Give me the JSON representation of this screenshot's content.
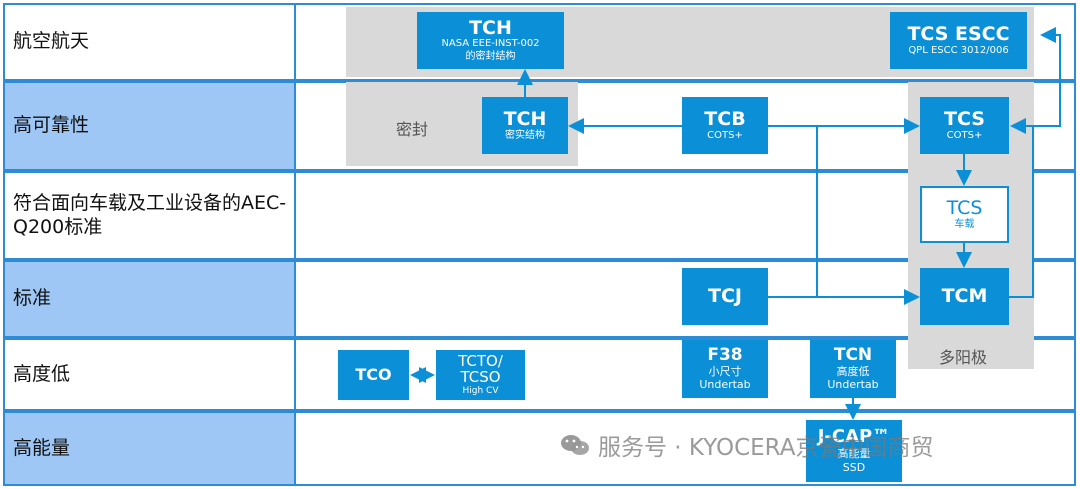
{
  "rows": [
    {
      "label": "航空航天"
    },
    {
      "label": "高可靠性"
    },
    {
      "label": "符合面向车载及工业设备的AEC-Q200标准"
    },
    {
      "label": "标准"
    },
    {
      "label": "高度低"
    },
    {
      "label": "高能量"
    }
  ],
  "groups": {
    "seal_label": "密封",
    "multi_anode_label": "多阳极"
  },
  "boxes": {
    "tch_nasa": {
      "title": "TCH",
      "sub1": "NASA EEE-INST-002",
      "sub2": "的密封结构"
    },
    "tcs_escc": {
      "title": "TCS ESCC",
      "sub1": "QPL ESCC 3012/006"
    },
    "tch_seal": {
      "title": "TCH",
      "sub1": "密实结构"
    },
    "tcb": {
      "title": "TCB",
      "sub1": "COTS+"
    },
    "tcs_cots": {
      "title": "TCS",
      "sub1": "COTS+"
    },
    "tcs_auto": {
      "title": "TCS",
      "sub1": "车载"
    },
    "tcj": {
      "title": "TCJ"
    },
    "tcm": {
      "title": "TCM"
    },
    "tco": {
      "title": "TCO"
    },
    "tcto": {
      "title1": "TCTO/",
      "title2": "TCSO",
      "sub1": "High CV"
    },
    "f38": {
      "title": "F38",
      "sub1": "小尺寸",
      "sub2": "Undertab"
    },
    "tcn": {
      "title": "TCN",
      "sub1": "高度低",
      "sub2": "Undertab"
    },
    "jcap": {
      "title": "J-CAP™",
      "sub1": "高能量",
      "sub2": "SSD"
    }
  },
  "watermark": {
    "text": "服务号 · KYOCERA京瓷中国商贸",
    "icon": "wechat-icon"
  },
  "colors": {
    "box": "#0b8fd7",
    "border": "#2e8bd6",
    "label_shade": "#9ec7f6",
    "grey": "#d9d9d9"
  }
}
